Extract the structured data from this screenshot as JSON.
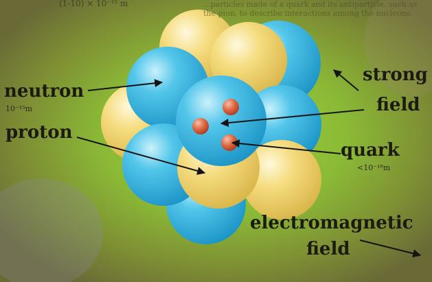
{
  "diagram": {
    "header_value": "(1-10) × 10⁻¹⁵ m",
    "top_note": "...particles made of a quark and its antiparticle, such as the pion, to describe interactions among the nucleons.",
    "labels": {
      "neutron": "neutron",
      "neutron_size": "10⁻¹⁵m",
      "proton": "proton",
      "strong_field_line1": "strong",
      "strong_field_line2": "field",
      "quark": "quark",
      "quark_size": "<10⁻¹⁸m",
      "em_field_line1": "electromagnetic",
      "em_field_line2": "field"
    },
    "colors": {
      "background_outer": "#6d7633",
      "background_glow": "#8cbc3a",
      "neutron": "#35b9e3",
      "proton": "#f2d66e",
      "quark": "#d65a3c"
    }
  }
}
